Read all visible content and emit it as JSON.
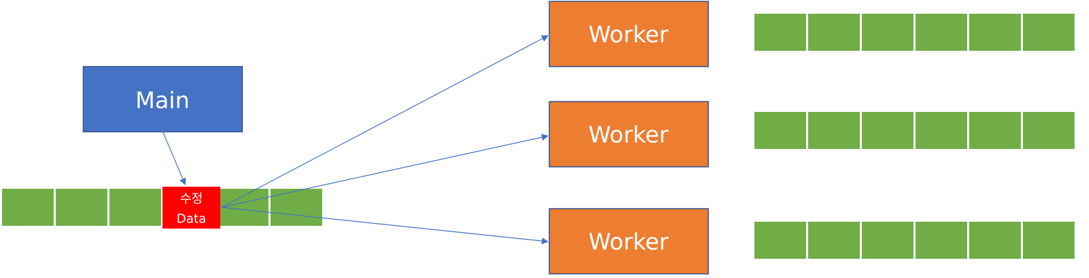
{
  "main_node": {
    "label": "Main"
  },
  "worker_nodes": [
    {
      "label": "Worker"
    },
    {
      "label": "Worker"
    },
    {
      "label": "Worker"
    }
  ],
  "main_array": {
    "cell_count": 6,
    "modified_index": 3,
    "modified_label_line1": "수정",
    "modified_label_line2": "Data"
  },
  "worker_arrays": [
    {
      "cell_count": 6
    },
    {
      "cell_count": 6
    },
    {
      "cell_count": 6
    }
  ],
  "colors": {
    "main_fill": "#4472c4",
    "main_border": "#2f528f",
    "worker_fill": "#ed7d31",
    "worker_border": "#2f528f",
    "cell_fill": "#70ad47",
    "cell_border": "#ffffff",
    "modified_fill": "#ff0000",
    "arrow": "#4472c4"
  }
}
